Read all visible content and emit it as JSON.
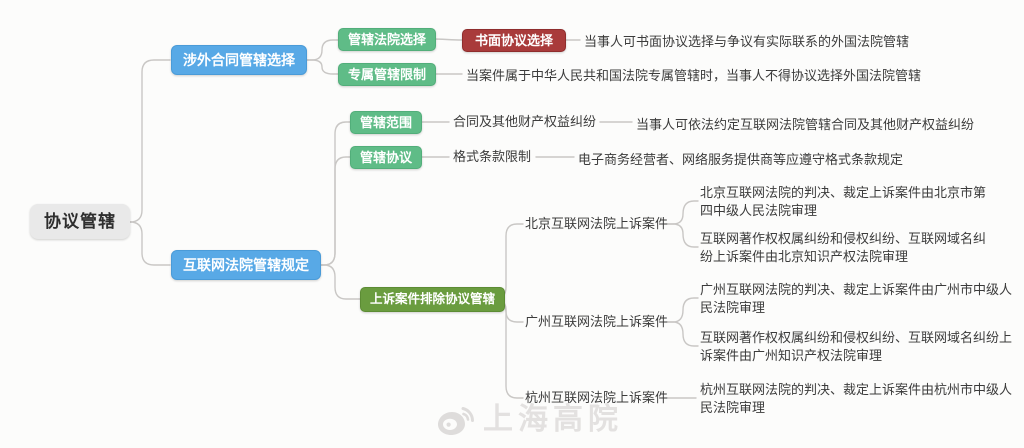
{
  "map": {
    "root": {
      "label": "协议管辖"
    },
    "branches": [
      {
        "label": "涉外合同管辖选择",
        "children": [
          {
            "label": "管辖法院选择",
            "sub": {
              "label": "书面协议选择"
            },
            "leaf": "当事人可书面协议选择与争议有实际联系的外国法院管辖"
          },
          {
            "label": "专属管辖限制",
            "leaf": "当案件属于中华人民共和国法院专属管辖时，当事人不得协议选择外国法院管辖"
          }
        ]
      },
      {
        "label": "互联网法院管辖规定",
        "children": [
          {
            "label": "管辖范围",
            "mid": "合同及其他财产权益纠纷",
            "leaf": "当事人可依法约定互联网法院管辖合同及其他财产权益纠纷"
          },
          {
            "label": "管辖协议",
            "mid": "格式条款限制",
            "leaf": "电子商务经营者、网络服务提供商等应遵守格式条款规定"
          },
          {
            "label": "上诉案件排除协议管辖",
            "courts": [
              {
                "label": "北京互联网法院上诉案件",
                "leaves": [
                  "北京互联网法院的判决、裁定上诉案件由北京市第四中级人民法院审理",
                  "互联网著作权权属纠纷和侵权纠纷、互联网域名纠纷上诉案件由北京知识产权法院审理"
                ]
              },
              {
                "label": "广州互联网法院上诉案件",
                "leaves": [
                  "广州互联网法院的判决、裁定上诉案件由广州市中级人民法院审理",
                  "互联网著作权权属纠纷和侵权纠纷、互联网域名纠纷上诉案件由广州知识产权法院审理"
                ]
              },
              {
                "label": "杭州互联网法院上诉案件",
                "leaves": [
                  "杭州互联网法院的判决、裁定上诉案件由杭州市中级人民法院审理"
                ]
              }
            ]
          }
        ]
      }
    ],
    "watermark": {
      "label": "上海高院",
      "icon": "weibo-icon"
    },
    "colors": {
      "root_bg": "#e9e9e9",
      "branch_blue": "#58a9e6",
      "node_green": "#5fbc87",
      "node_red": "#a93b3b",
      "node_olive": "#6a9c3f",
      "connector": "#c9c7c5"
    }
  }
}
